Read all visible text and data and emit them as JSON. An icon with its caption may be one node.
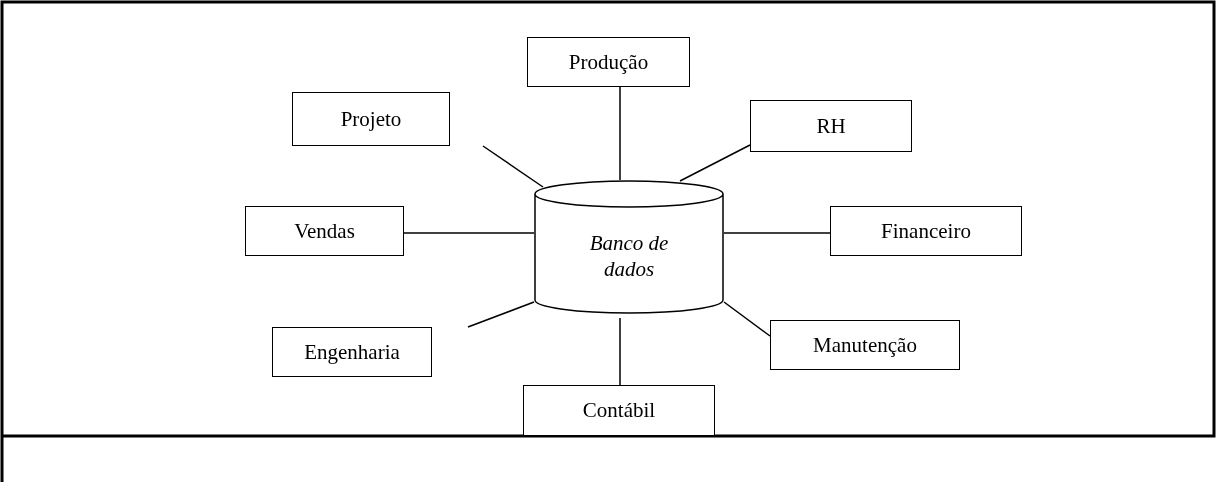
{
  "diagram": {
    "nodes": [
      {
        "text": [
          "Produção"
        ]
      },
      {
        "text": [
          "Projeto"
        ]
      },
      {
        "text": [
          "RH"
        ]
      },
      {
        "text": [
          "Vendas"
        ]
      },
      {
        "text": [
          "Banco de dados"
        ]
      },
      {
        "text": [
          "Financeiro"
        ]
      },
      {
        "text": [
          "Engenharia"
        ]
      },
      {
        "text": [
          "Manutenção"
        ]
      },
      {
        "text": [
          "Contábil"
        ]
      }
    ],
    "edges": [
      {
        "from": 0,
        "to": 4,
        "arrow": "none"
      },
      {
        "from": 1,
        "to": 4,
        "arrow": "none"
      },
      {
        "from": 2,
        "to": 4,
        "arrow": "none"
      },
      {
        "from": 3,
        "to": 4,
        "arrow": "none"
      },
      {
        "from": 5,
        "to": 4,
        "arrow": "none"
      },
      {
        "from": 6,
        "to": 4,
        "arrow": "none"
      },
      {
        "from": 7,
        "to": 4,
        "arrow": "none"
      },
      {
        "from": 8,
        "to": 4,
        "arrow": "none"
      }
    ]
  }
}
